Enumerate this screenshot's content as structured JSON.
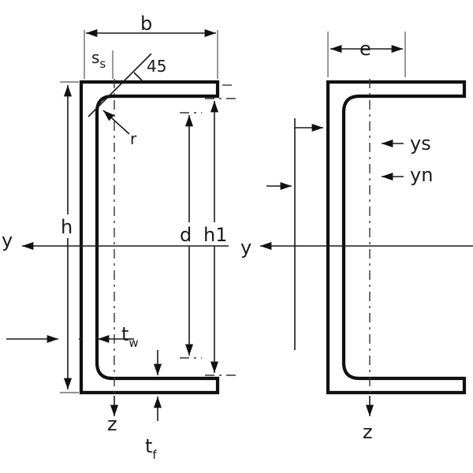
{
  "labels": {
    "b": "b",
    "ss_main": "s",
    "ss_sub": "s",
    "angle": "45",
    "r": "r",
    "h": "h",
    "d": "d",
    "h1": "h1",
    "y_left": "y",
    "tw_main": "t",
    "tw_sub": "w",
    "z_left": "z",
    "tf_main": "t",
    "tf_sub": "f",
    "e": "e",
    "ys": "ys",
    "yn": "yn",
    "y_right": "y",
    "z_right": "z"
  },
  "colors": {
    "line": "#111111",
    "background": "#ffffff"
  }
}
